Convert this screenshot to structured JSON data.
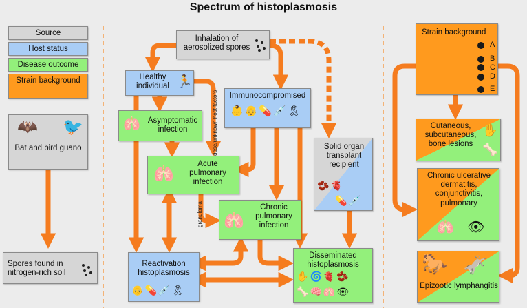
{
  "title": "Spectrum of histoplasmosis",
  "legend": {
    "source": "Source",
    "host_status": "Host status",
    "disease_outcome": "Disease outcome",
    "strain_background": "Strain background"
  },
  "nodes": {
    "bat_guano": "Bat and bird guano",
    "spores_soil": "Spores found in nitrogen-rich soil",
    "inhalation": "Inhalation of aerosolized spores",
    "healthy": "Healthy individual",
    "immunocompromised": "Immunocompromised",
    "asymptomatic": "Asymptomatic infection",
    "acute": "Acute pulmonary infection",
    "chronic": "Chronic pulmonary infection",
    "solid_organ": "Solid organ transplant recipient",
    "reactivation": "Reactivation histoplasmosis",
    "disseminated": "Disseminated histoplasmosis",
    "strain_bg": "Strain background",
    "cutaneous": "Cutaneous, subcutaneous, bone lesions",
    "chronic_ulcerative": "Chronic ulcerative dermatitis, conjunctivitis, pulmonary",
    "epizootic": "Epizootic lymphangitis"
  },
  "edge_labels": {
    "dose": "dose/unknown host factors",
    "granuloma": "granuloma"
  },
  "strains": [
    "A",
    "B",
    "C",
    "D",
    "E"
  ],
  "colors": {
    "source": "#d6d6d6",
    "host": "#a9cdf5",
    "outcome": "#93f07b",
    "strain": "#ff9a1e",
    "arrow": "#f57c1f"
  },
  "icons": {
    "bat": "bat-icon",
    "bird": "bird-icon",
    "runner": "runner-icon",
    "lungs": "lungs-icon",
    "hand": "hand-icon",
    "eye": "eye-icon",
    "horse": "horse-icon",
    "donkey": "donkey-icon"
  }
}
